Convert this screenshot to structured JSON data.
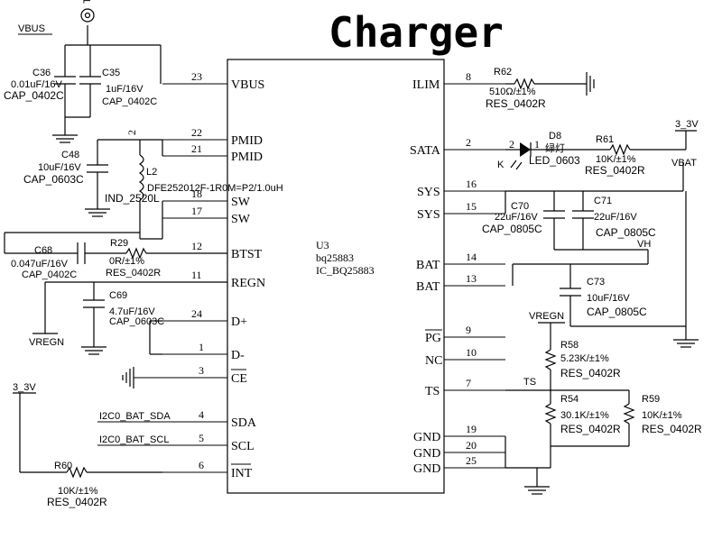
{
  "title": "Charger",
  "ic": {
    "ref": "U3",
    "part": "bq25883",
    "footprint": "IC_BQ25883",
    "left_pins": [
      {
        "num": "23",
        "name": "VBUS"
      },
      {
        "num": "22",
        "name": "PMID"
      },
      {
        "num": "21",
        "name": "PMID"
      },
      {
        "num": "18",
        "name": "SW"
      },
      {
        "num": "17",
        "name": "SW"
      },
      {
        "num": "12",
        "name": "BTST"
      },
      {
        "num": "11",
        "name": "REGN"
      },
      {
        "num": "24",
        "name": "D+"
      },
      {
        "num": "1",
        "name": "D-"
      },
      {
        "num": "3",
        "name": "CE"
      },
      {
        "num": "4",
        "name": "SDA"
      },
      {
        "num": "5",
        "name": "SCL"
      },
      {
        "num": "6",
        "name": "INT"
      }
    ],
    "right_pins": [
      {
        "num": "8",
        "name": "ILIM"
      },
      {
        "num": "2",
        "name": "SATA"
      },
      {
        "num": "16",
        "name": "SYS"
      },
      {
        "num": "15",
        "name": "SYS"
      },
      {
        "num": "14",
        "name": "BAT"
      },
      {
        "num": "13",
        "name": "BAT"
      },
      {
        "num": "9",
        "name": "PG"
      },
      {
        "num": "10",
        "name": "NC"
      },
      {
        "num": "7",
        "name": "TS"
      },
      {
        "num": "19",
        "name": "GND"
      },
      {
        "num": "20",
        "name": "GND"
      },
      {
        "num": "25",
        "name": "GND"
      }
    ]
  },
  "nets": {
    "vbus": "VBUS",
    "v33_left": "3_3V",
    "v33_right": "3_3V",
    "vbat": "VBAT",
    "vh": "VH",
    "vregn_left": "VREGN",
    "vregn_right": "VREGN",
    "ts": "TS",
    "sda": "I2C0_BAT_SDA",
    "scl": "I2C0_BAT_SCL",
    "tp": "TP"
  },
  "components": {
    "c36": {
      "ref": "C36",
      "value": "0.01uF/16V",
      "pkg": "CAP_0402C"
    },
    "c35": {
      "ref": "C35",
      "value": "1uF/16V",
      "pkg": "CAP_0402C"
    },
    "c48": {
      "ref": "C48",
      "value": "10uF/16V",
      "pkg": "CAP_0603C"
    },
    "l2": {
      "ref": "L2",
      "value": "DFE252012F-1R0M=P2/1.0uH",
      "pkg": "IND_2520L"
    },
    "c68": {
      "ref": "C68",
      "value": "0.047uF/16V",
      "pkg": "CAP_0402C"
    },
    "r29": {
      "ref": "R29",
      "value": "0R/±1%",
      "pkg": "RES_0402R"
    },
    "c69": {
      "ref": "C69",
      "value": "4.7uF/16V",
      "pkg": "CAP_0603C"
    },
    "r60": {
      "ref": "R60",
      "value": "10K/±1%",
      "pkg": "RES_0402R"
    },
    "r62": {
      "ref": "R62",
      "value": "510Ω/±1%",
      "pkg": "RES_0402R"
    },
    "d8": {
      "ref": "D8",
      "color": "绿灯",
      "pkg": "LED_0603",
      "pin2": "2",
      "pin1": "1",
      "k": "K"
    },
    "r61": {
      "ref": "R61",
      "value": "10K/±1%",
      "pkg": "RES_0402R"
    },
    "c70": {
      "ref": "C70",
      "value": "22uF/16V",
      "pkg": "CAP_0805C"
    },
    "c71": {
      "ref": "C71",
      "value": "22uF/16V",
      "pkg": "CAP_0805C"
    },
    "c73": {
      "ref": "C73",
      "value": "10uF/16V",
      "pkg": "CAP_0805C"
    },
    "r58": {
      "ref": "R58",
      "value": "5.23K/±1%",
      "pkg": "RES_0402R"
    },
    "r54": {
      "ref": "R54",
      "value": "30.1K/±1%",
      "pkg": "RES_0402R"
    },
    "r59": {
      "ref": "R59",
      "value": "10K/±1%",
      "pkg": "RES_0402R"
    }
  }
}
